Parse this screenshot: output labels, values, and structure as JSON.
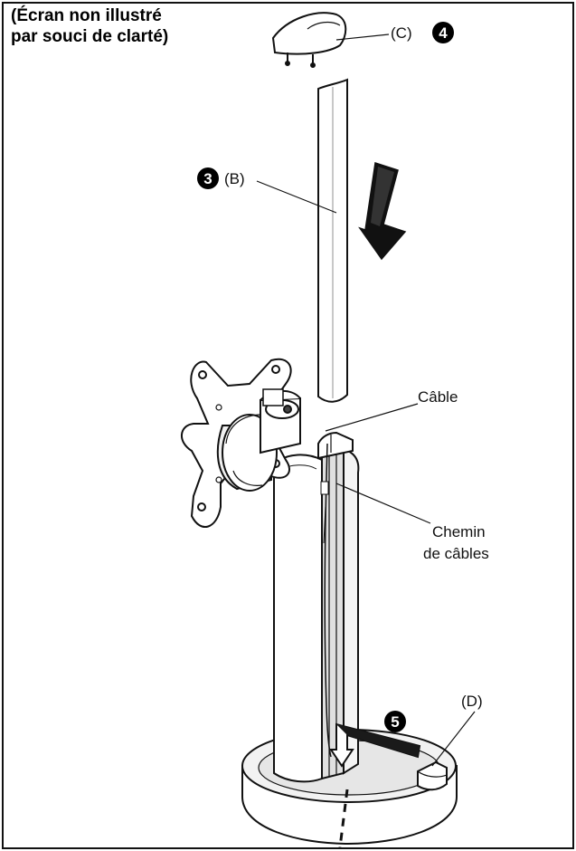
{
  "note": {
    "line1": "(Écran non illustré",
    "line2": "par souci de clarté)"
  },
  "steps": [
    {
      "number": "3",
      "label": "(B)"
    },
    {
      "number": "4",
      "label": "(C)"
    },
    {
      "number": "5",
      "label": "(D)"
    }
  ],
  "callouts": {
    "cable": "Câble",
    "cable_channel_line1": "Chemin",
    "cable_channel_line2": "de câbles"
  },
  "colors": {
    "line": "#111111",
    "fill": "#ffffff",
    "shade": "#e4e4e4",
    "dark": "#444444",
    "step_badge": "#000000"
  }
}
